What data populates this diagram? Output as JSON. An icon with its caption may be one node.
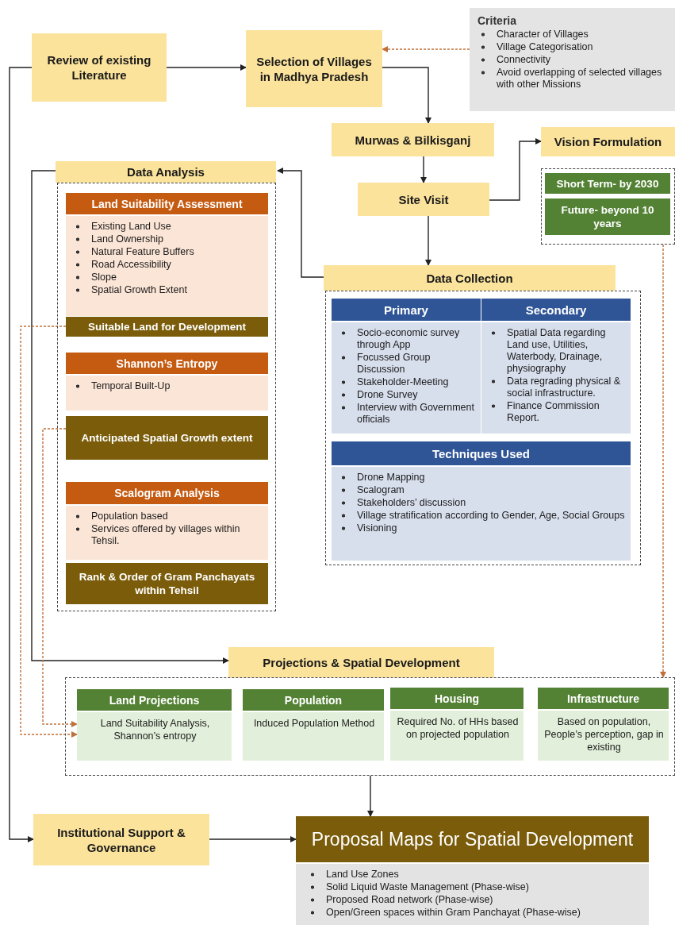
{
  "diagram": {
    "nodes": [
      {
        "text": [
          "Review of existing Literature"
        ]
      },
      {
        "text": [
          "Selection of Villages in Madhya Pradesh"
        ]
      },
      {
        "text": [
          "Criteria",
          "Character of Villages",
          "Village Categorisation",
          "Connectivity",
          "Avoid overlapping of selected villages with other Missions"
        ]
      },
      {
        "text": [
          "Murwas & Bilkisganj"
        ]
      },
      {
        "text": [
          "Site Visit"
        ]
      },
      {
        "text": [
          "Vision Formulation"
        ]
      },
      {
        "text": [],
        "shape": "box"
      },
      {
        "text": [
          "Short Term- by 2030"
        ],
        "in": 6
      },
      {
        "text": [
          "Future- beyond 10 years"
        ],
        "in": 6
      },
      {
        "text": [
          "Data Analysis"
        ]
      },
      {
        "text": [
          "Land Suitability Assessment",
          "Existing Land Use",
          "Land Ownership",
          "Natural Feature Buffers",
          "Road Accessibility",
          "Slope",
          "Spatial Growth Extent"
        ],
        "in": 9
      },
      {
        "text": [
          "Suitable Land for Development"
        ],
        "in": 9
      },
      {
        "text": [
          "Shannon’s Entropy",
          "Temporal Built-Up"
        ],
        "in": 9
      },
      {
        "text": [
          "Anticipated Spatial Growth extent"
        ],
        "in": 9
      },
      {
        "text": [
          "Scalogram Analysis",
          "Population based",
          "Services offered by villages within Tehsil."
        ],
        "in": 9
      },
      {
        "text": [
          "Rank & Order of Gram Panchayats within Tehsil"
        ],
        "in": 9
      },
      {
        "text": [
          "Data Collection"
        ]
      },
      {
        "text": [
          "Primary",
          "Socio-economic survey through App",
          "Focussed Group Discussion",
          "Stakeholder-Meeting",
          "Drone Survey",
          "Interview with Government officials"
        ],
        "in": 16
      },
      {
        "text": [
          "Secondary",
          "Spatial Data regarding Land use, Utilities, Waterbody, Drainage, physiography",
          "Data regrading physical & social infrastructure.",
          "Finance Commission Report."
        ],
        "in": 16
      },
      {
        "text": [
          "Techniques Used",
          "Drone Mapping",
          "Scalogram",
          "Stakeholders’ discussion",
          "Village stratification according to Gender, Age, Social Groups",
          "Visioning"
        ],
        "in": 16
      },
      {
        "text": [
          "Projections & Spatial Development"
        ]
      },
      {
        "text": [
          "Land Projections",
          "Land Suitability Analysis, Shannon’s entropy"
        ],
        "in": 20
      },
      {
        "text": [
          "Population",
          "Induced Population Method"
        ],
        "in": 20
      },
      {
        "text": [
          "Housing",
          "Required No. of HHs based on projected population"
        ],
        "in": 20
      },
      {
        "text": [
          "Infrastructure",
          "Based on population, People’s perception, gap in existing"
        ],
        "in": 20
      },
      {
        "text": [
          "Institutional Support & Governance"
        ]
      },
      {
        "text": [
          "Proposal Maps for Spatial Development",
          "Land Use Zones",
          "Solid Liquid Waste Management (Phase-wise)",
          "Proposed Road network (Phase-wise)",
          "Open/Green spaces within Gram Panchayat (Phase-wise)"
        ]
      }
    ],
    "edges": [
      {
        "from": 0,
        "to": 1,
        "arrow": "to"
      },
      {
        "from": 2,
        "to": 1,
        "arrow": "to",
        "style": "dashed",
        "color": "#c0703a"
      },
      {
        "from": 1,
        "to": 3,
        "arrow": "to"
      },
      {
        "from": 3,
        "to": 4,
        "arrow": "to"
      },
      {
        "from": 4,
        "to": 5,
        "arrow": "to"
      },
      {
        "from": 4,
        "to": 16,
        "arrow": "to"
      },
      {
        "from": 16,
        "to": 9,
        "arrow": "to"
      },
      {
        "from": 0,
        "to": 25,
        "arrow": "to"
      },
      {
        "from": 9,
        "to": 20,
        "arrow": "to"
      },
      {
        "from": 11,
        "to": 21,
        "arrow": "to",
        "style": "dashed",
        "color": "#c0703a"
      },
      {
        "from": 13,
        "to": 21,
        "arrow": "to",
        "style": "dashed",
        "color": "#c0703a"
      },
      {
        "from": 6,
        "to": 20,
        "arrow": "to",
        "style": "dashed",
        "color": "#c0703a"
      },
      {
        "from": 20,
        "to": 26,
        "arrow": "to"
      },
      {
        "from": 25,
        "to": 26,
        "arrow": "to"
      }
    ]
  }
}
